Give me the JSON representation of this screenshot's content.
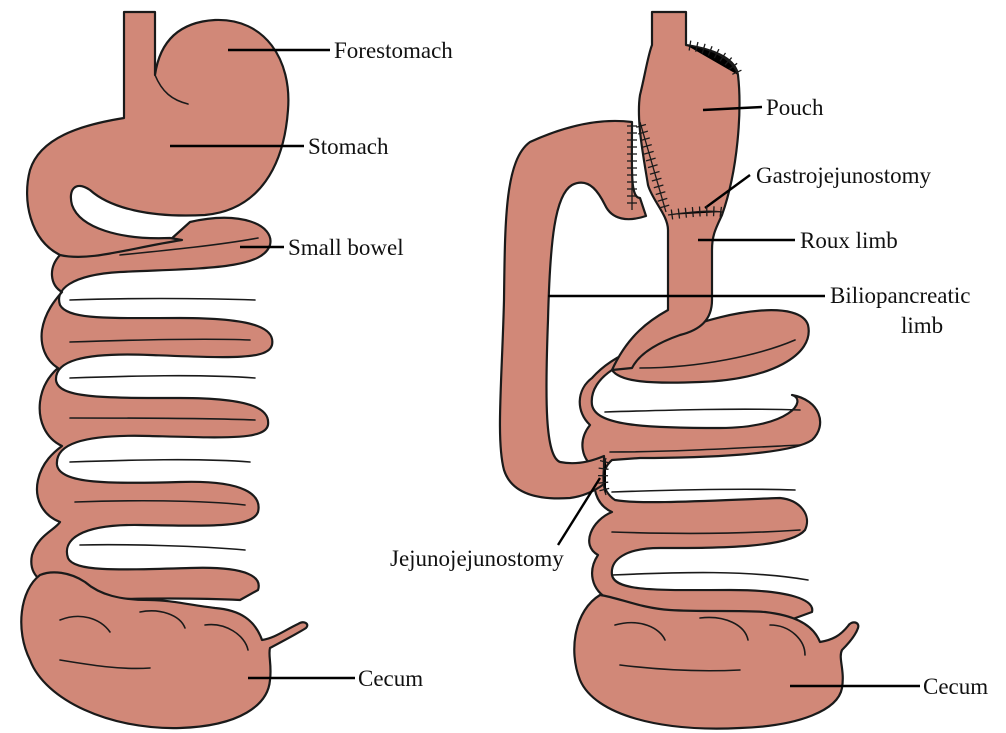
{
  "colors": {
    "tissue": "#d18878",
    "outline": "#1a1a1a",
    "leader": "#000000"
  },
  "left": {
    "forestomach": "Forestomach",
    "stomach": "Stomach",
    "small_bowel": "Small bowel",
    "cecum": "Cecum"
  },
  "right": {
    "pouch": "Pouch",
    "gastrojejunostomy": "Gastrojejunostomy",
    "roux_limb": "Roux limb",
    "biliopancreatic_line1": "Biliopancreatic",
    "biliopancreatic_line2": "limb",
    "jejunojejunostomy": "Jejunojejunostomy",
    "cecum": "Cecum"
  }
}
